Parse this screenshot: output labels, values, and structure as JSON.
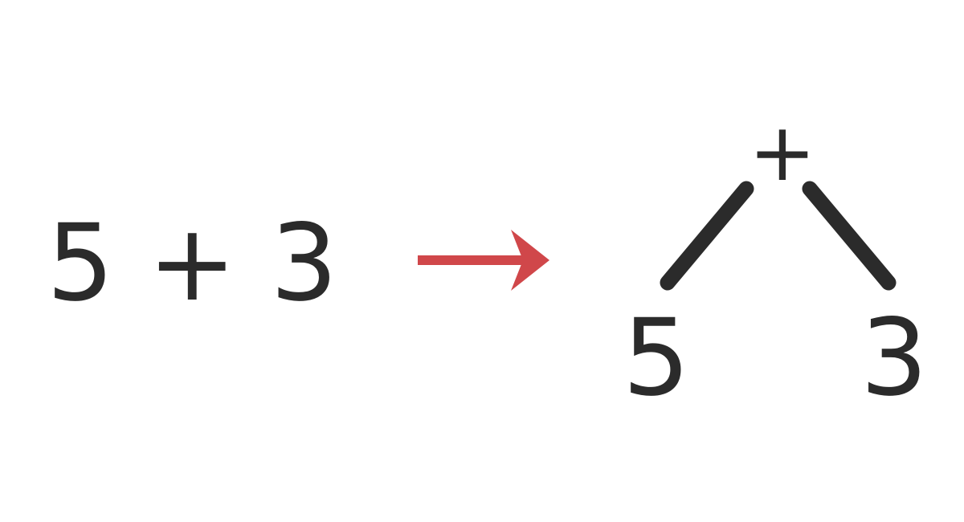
{
  "expression": {
    "text": "5 + 3"
  },
  "arrow": {
    "color": "#d0474a"
  },
  "tree": {
    "operator": "+",
    "left_operand": "5",
    "right_operand": "3",
    "edge_color": "#2b2b2b"
  }
}
